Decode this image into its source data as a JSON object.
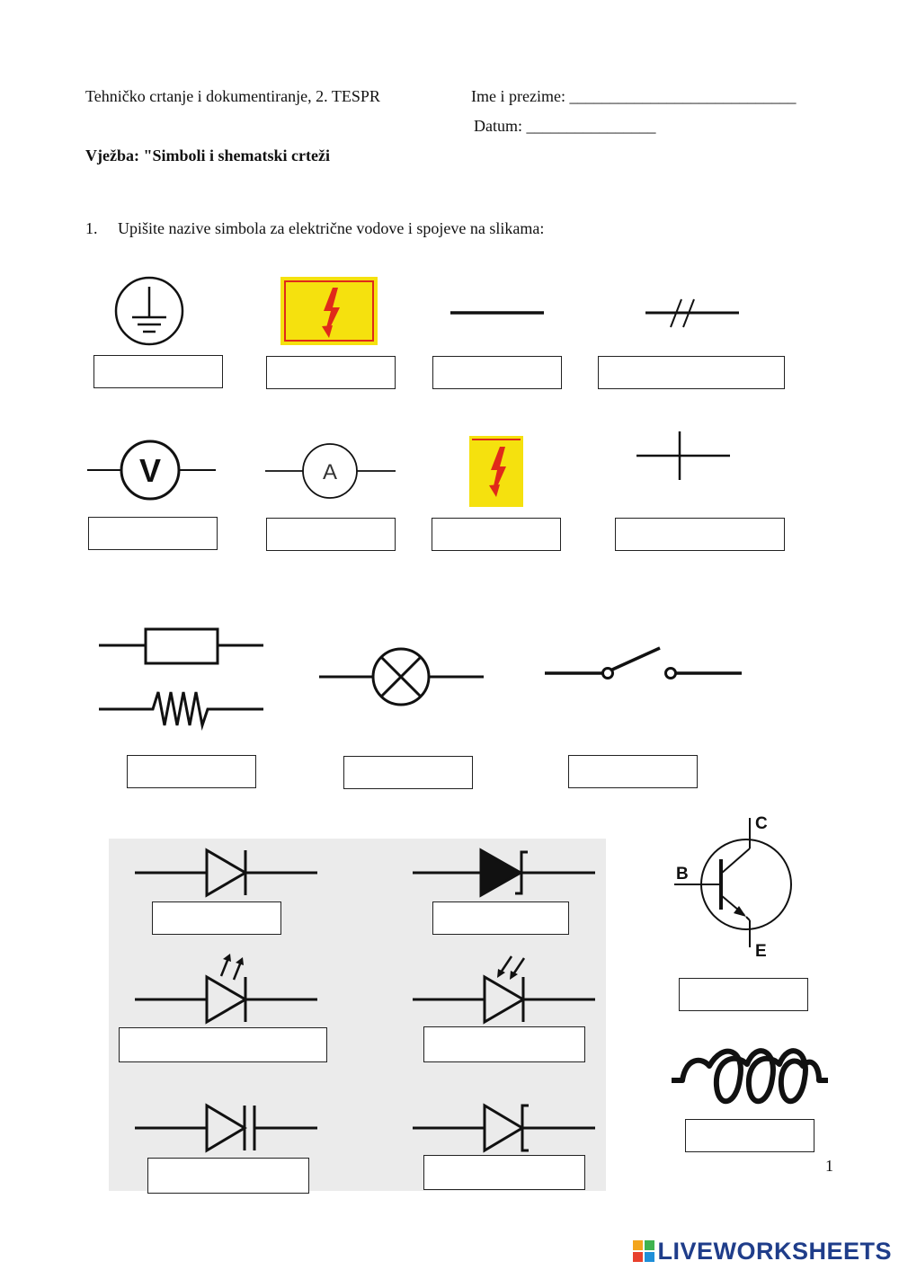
{
  "header": {
    "course": "Tehničko crtanje i dokumentiranje, 2. TESPR",
    "name_label": "Ime i prezime: ____________________________",
    "date_label": "Datum: ________________",
    "exercise_title": "Vježba: \"Simboli i shematski crteži"
  },
  "task": {
    "number": "1.",
    "instruction": "Upišite nazive simbola za električne vodove i spojeve na slikama:"
  },
  "symbols": [
    {
      "icon": "earth-ground-icon"
    },
    {
      "icon": "high-voltage-warning-icon"
    },
    {
      "icon": "conductor-line-icon"
    },
    {
      "icon": "two-conductor-line-icon"
    },
    {
      "icon": "voltmeter-icon"
    },
    {
      "icon": "ammeter-icon"
    },
    {
      "icon": "danger-voltage-sign-icon"
    },
    {
      "icon": "crossing-conductors-icon"
    },
    {
      "icon": "resistor-icon"
    },
    {
      "icon": "lamp-icon"
    },
    {
      "icon": "switch-open-icon"
    },
    {
      "icon": "diode-icon"
    },
    {
      "icon": "schottky-diode-icon"
    },
    {
      "icon": "led-icon"
    },
    {
      "icon": "photodiode-icon"
    },
    {
      "icon": "varicap-diode-icon"
    },
    {
      "icon": "zener-diode-icon"
    },
    {
      "icon": "npn-transistor-icon"
    },
    {
      "icon": "inductor-coil-icon"
    }
  ],
  "symbol_text": {
    "voltmeter": "V",
    "ammeter": "A",
    "transistor_c": "C",
    "transistor_b": "B",
    "transistor_e": "E"
  },
  "colors": {
    "warning_yellow": "#f5e10e",
    "warning_red": "#e02a1a",
    "panel_grey": "#ebebeb",
    "logo_blue": "#1f3d8a"
  },
  "page_number": "1",
  "footer": {
    "brand": "LIVEWORKSHEETS"
  }
}
